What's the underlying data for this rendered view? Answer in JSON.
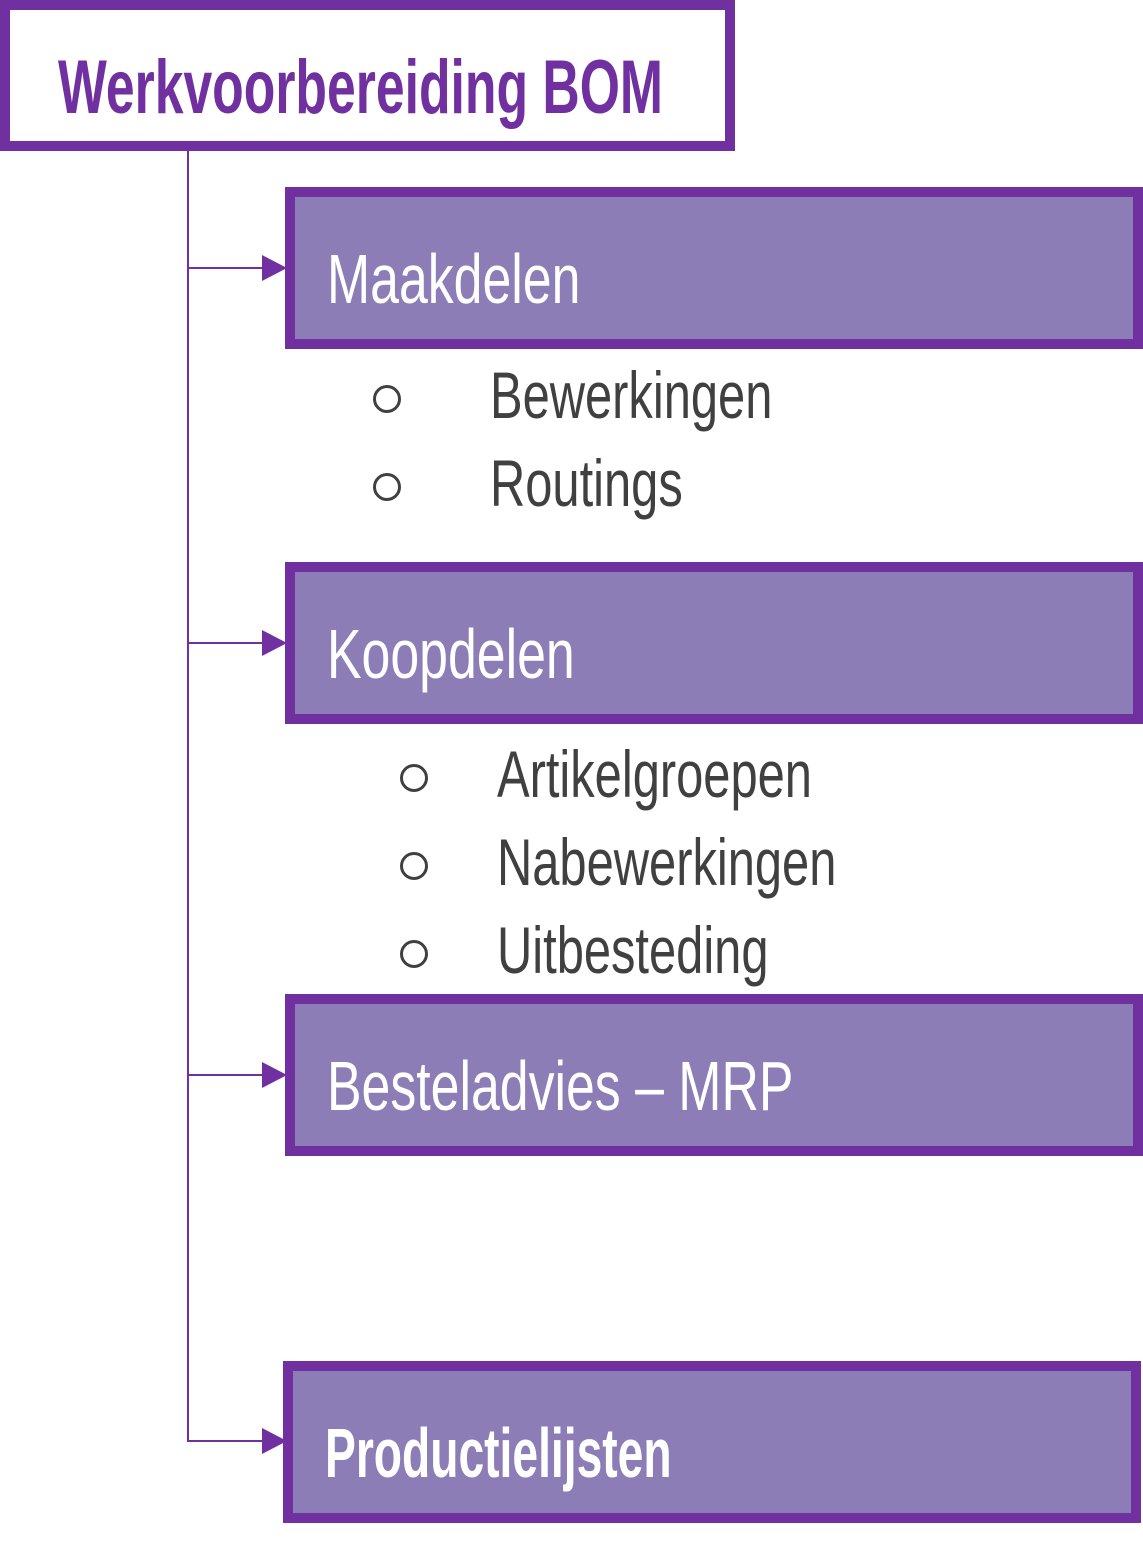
{
  "title": "Werkvoorbereiding BOM",
  "nodes": [
    {
      "label": "Maakdelen",
      "items": [
        "Bewerkingen",
        "Routings"
      ]
    },
    {
      "label": "Koopdelen",
      "items": [
        "Artikelgroepen",
        "Nabewerkingen",
        "Uitbesteding"
      ]
    },
    {
      "label": "Besteladvies – MRP",
      "items": []
    },
    {
      "label": "Productielijsten",
      "items": []
    }
  ],
  "colors": {
    "border": "#7030A0",
    "fill": "#8C7DB7",
    "text": "#404040"
  }
}
